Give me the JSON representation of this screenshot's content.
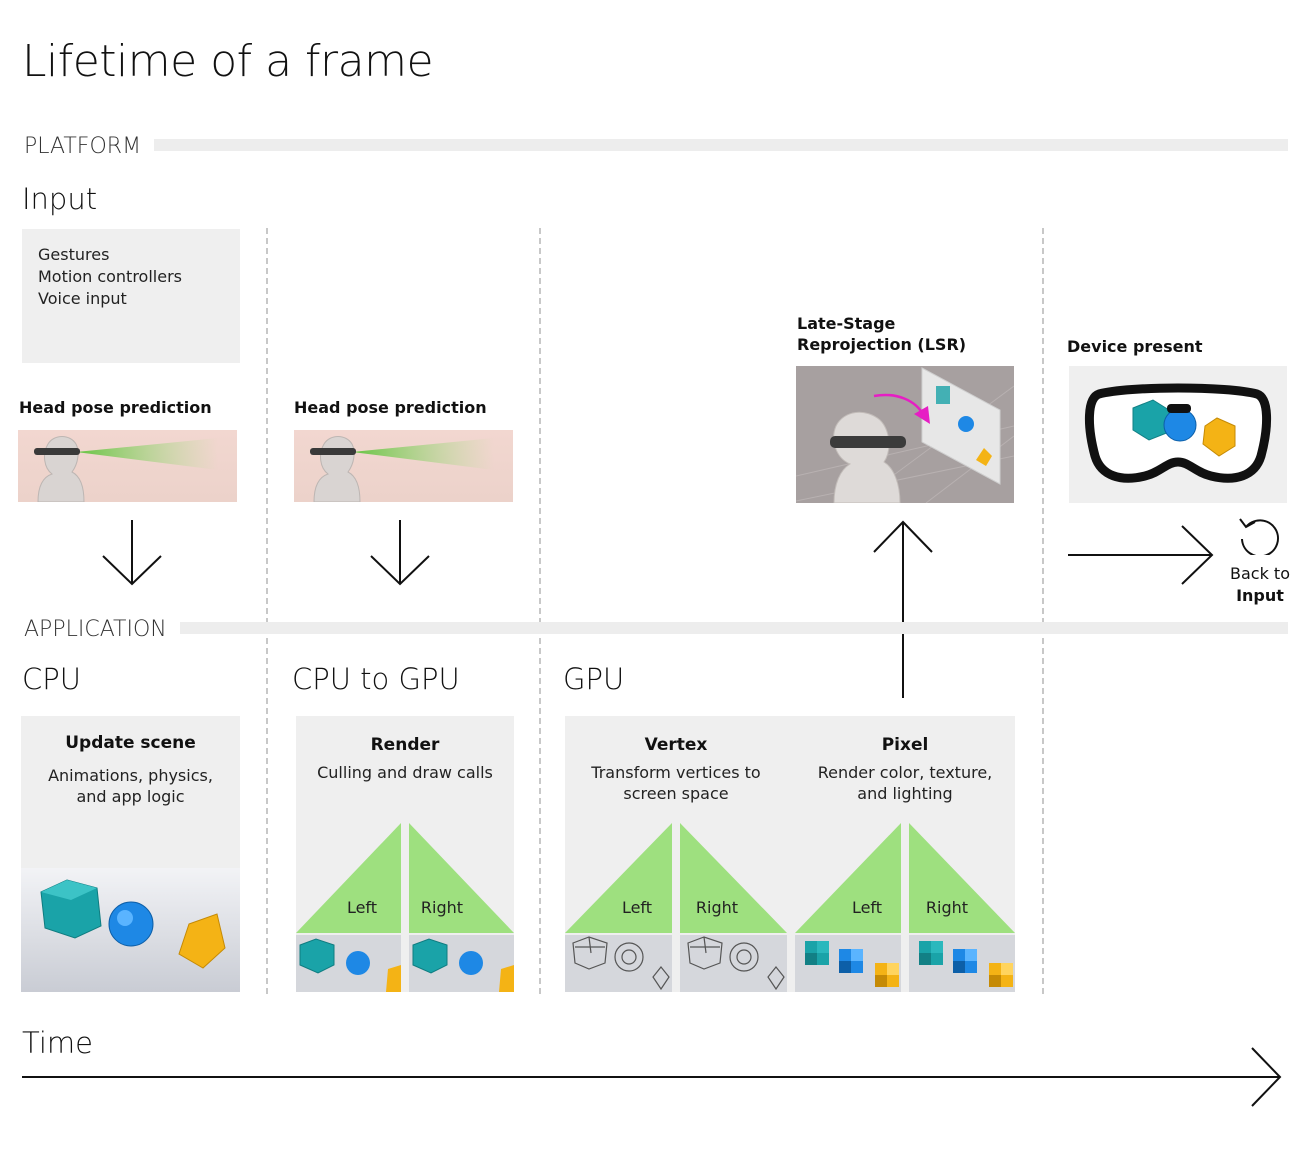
{
  "title": "Lifetime of a frame",
  "platform": {
    "label": "PLATFORM",
    "input": {
      "heading": "Input",
      "items": [
        "Gestures",
        "Motion controllers",
        "Voice input"
      ]
    },
    "head_pose_1": "Head pose prediction",
    "head_pose_2": "Head pose prediction",
    "lsr": {
      "line1": "Late-Stage",
      "line2": "Reprojection (LSR)"
    },
    "device_present": "Device present",
    "back_to": {
      "line1": "Back to",
      "line2": "Input"
    }
  },
  "application": {
    "label": "APPLICATION",
    "cpu": {
      "heading": "CPU",
      "card_title": "Update scene",
      "card_line1": "Animations, physics,",
      "card_line2": "and app logic"
    },
    "cpu_to_gpu": {
      "heading": "CPU to GPU",
      "card_title": "Render",
      "card_line1": "Culling and draw calls",
      "left": "Left",
      "right": "Right"
    },
    "gpu": {
      "heading": "GPU",
      "vertex": {
        "title": "Vertex",
        "line1": "Transform vertices to",
        "line2": "screen space",
        "left": "Left",
        "right": "Right"
      },
      "pixel": {
        "title": "Pixel",
        "line1": "Render color, texture,",
        "line2": "and lighting",
        "left": "Left",
        "right": "Right"
      }
    }
  },
  "time_label": "Time",
  "colors": {
    "triangle_green": "#9ee07f",
    "cube_teal": "#1aa3a8",
    "gem_blue": "#1e88e5",
    "gem_gold": "#f4b315",
    "lsr_arrow": "#e61ec4",
    "light_gray": "#efefef"
  }
}
